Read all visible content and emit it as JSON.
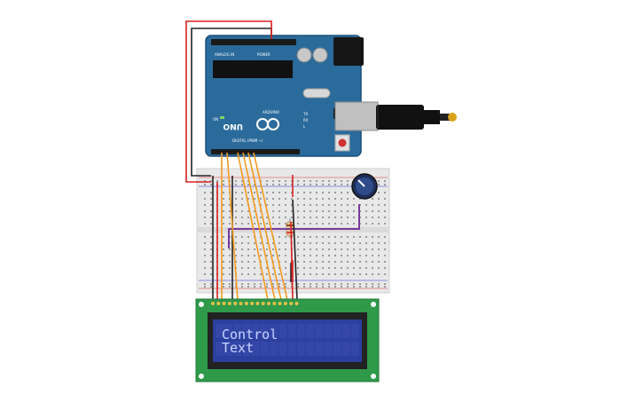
{
  "arduino": {
    "model": "UNO",
    "brand": "ARDUINO",
    "label_analog": "ANALOG IN",
    "label_power": "POWER",
    "label_digital": "DIGITAL (PWM ~)",
    "label_on": "ON",
    "label_tx": "TX",
    "label_rx": "RX",
    "label_l": "L"
  },
  "lcd": {
    "line1": "Control",
    "line2": "Text"
  },
  "colors": {
    "board": "#2a6b9c",
    "wire_orange": "#f39a1e",
    "wire_red": "#d62020",
    "wire_black": "#222222",
    "wire_purple": "#7a3a9a",
    "lcd_pcb": "#2e9a4a",
    "lcd_screen": "#2b3f9e",
    "breadboard": "#e8e8e8"
  }
}
